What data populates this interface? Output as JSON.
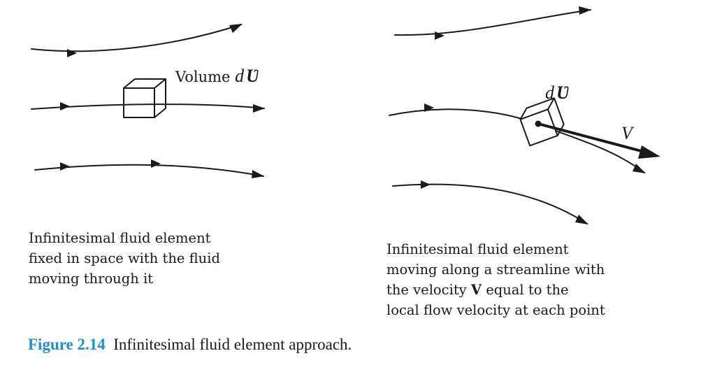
{
  "left_panel": {
    "volume_label_prefix": "Volume ",
    "volume_label_d": "d",
    "volume_label_symbol": "Ʋ",
    "caption_lines": [
      "Infinitesimal fluid element",
      "fixed in space with the fluid",
      "moving through it"
    ]
  },
  "right_panel": {
    "element_label_d": "d",
    "element_label_symbol": "Ʋ",
    "velocity_label": "V",
    "caption_lines": [
      "Infinitesimal fluid element",
      "moving along a streamline with",
      "the velocity ",
      "V",
      " equal to the",
      "local flow velocity at each point"
    ]
  },
  "figure_caption": {
    "number": "Figure 2.14",
    "text": "Infinitesimal fluid element approach."
  },
  "colors": {
    "figure_number": "#1e8fd6",
    "ink": "#1a1a1a"
  }
}
